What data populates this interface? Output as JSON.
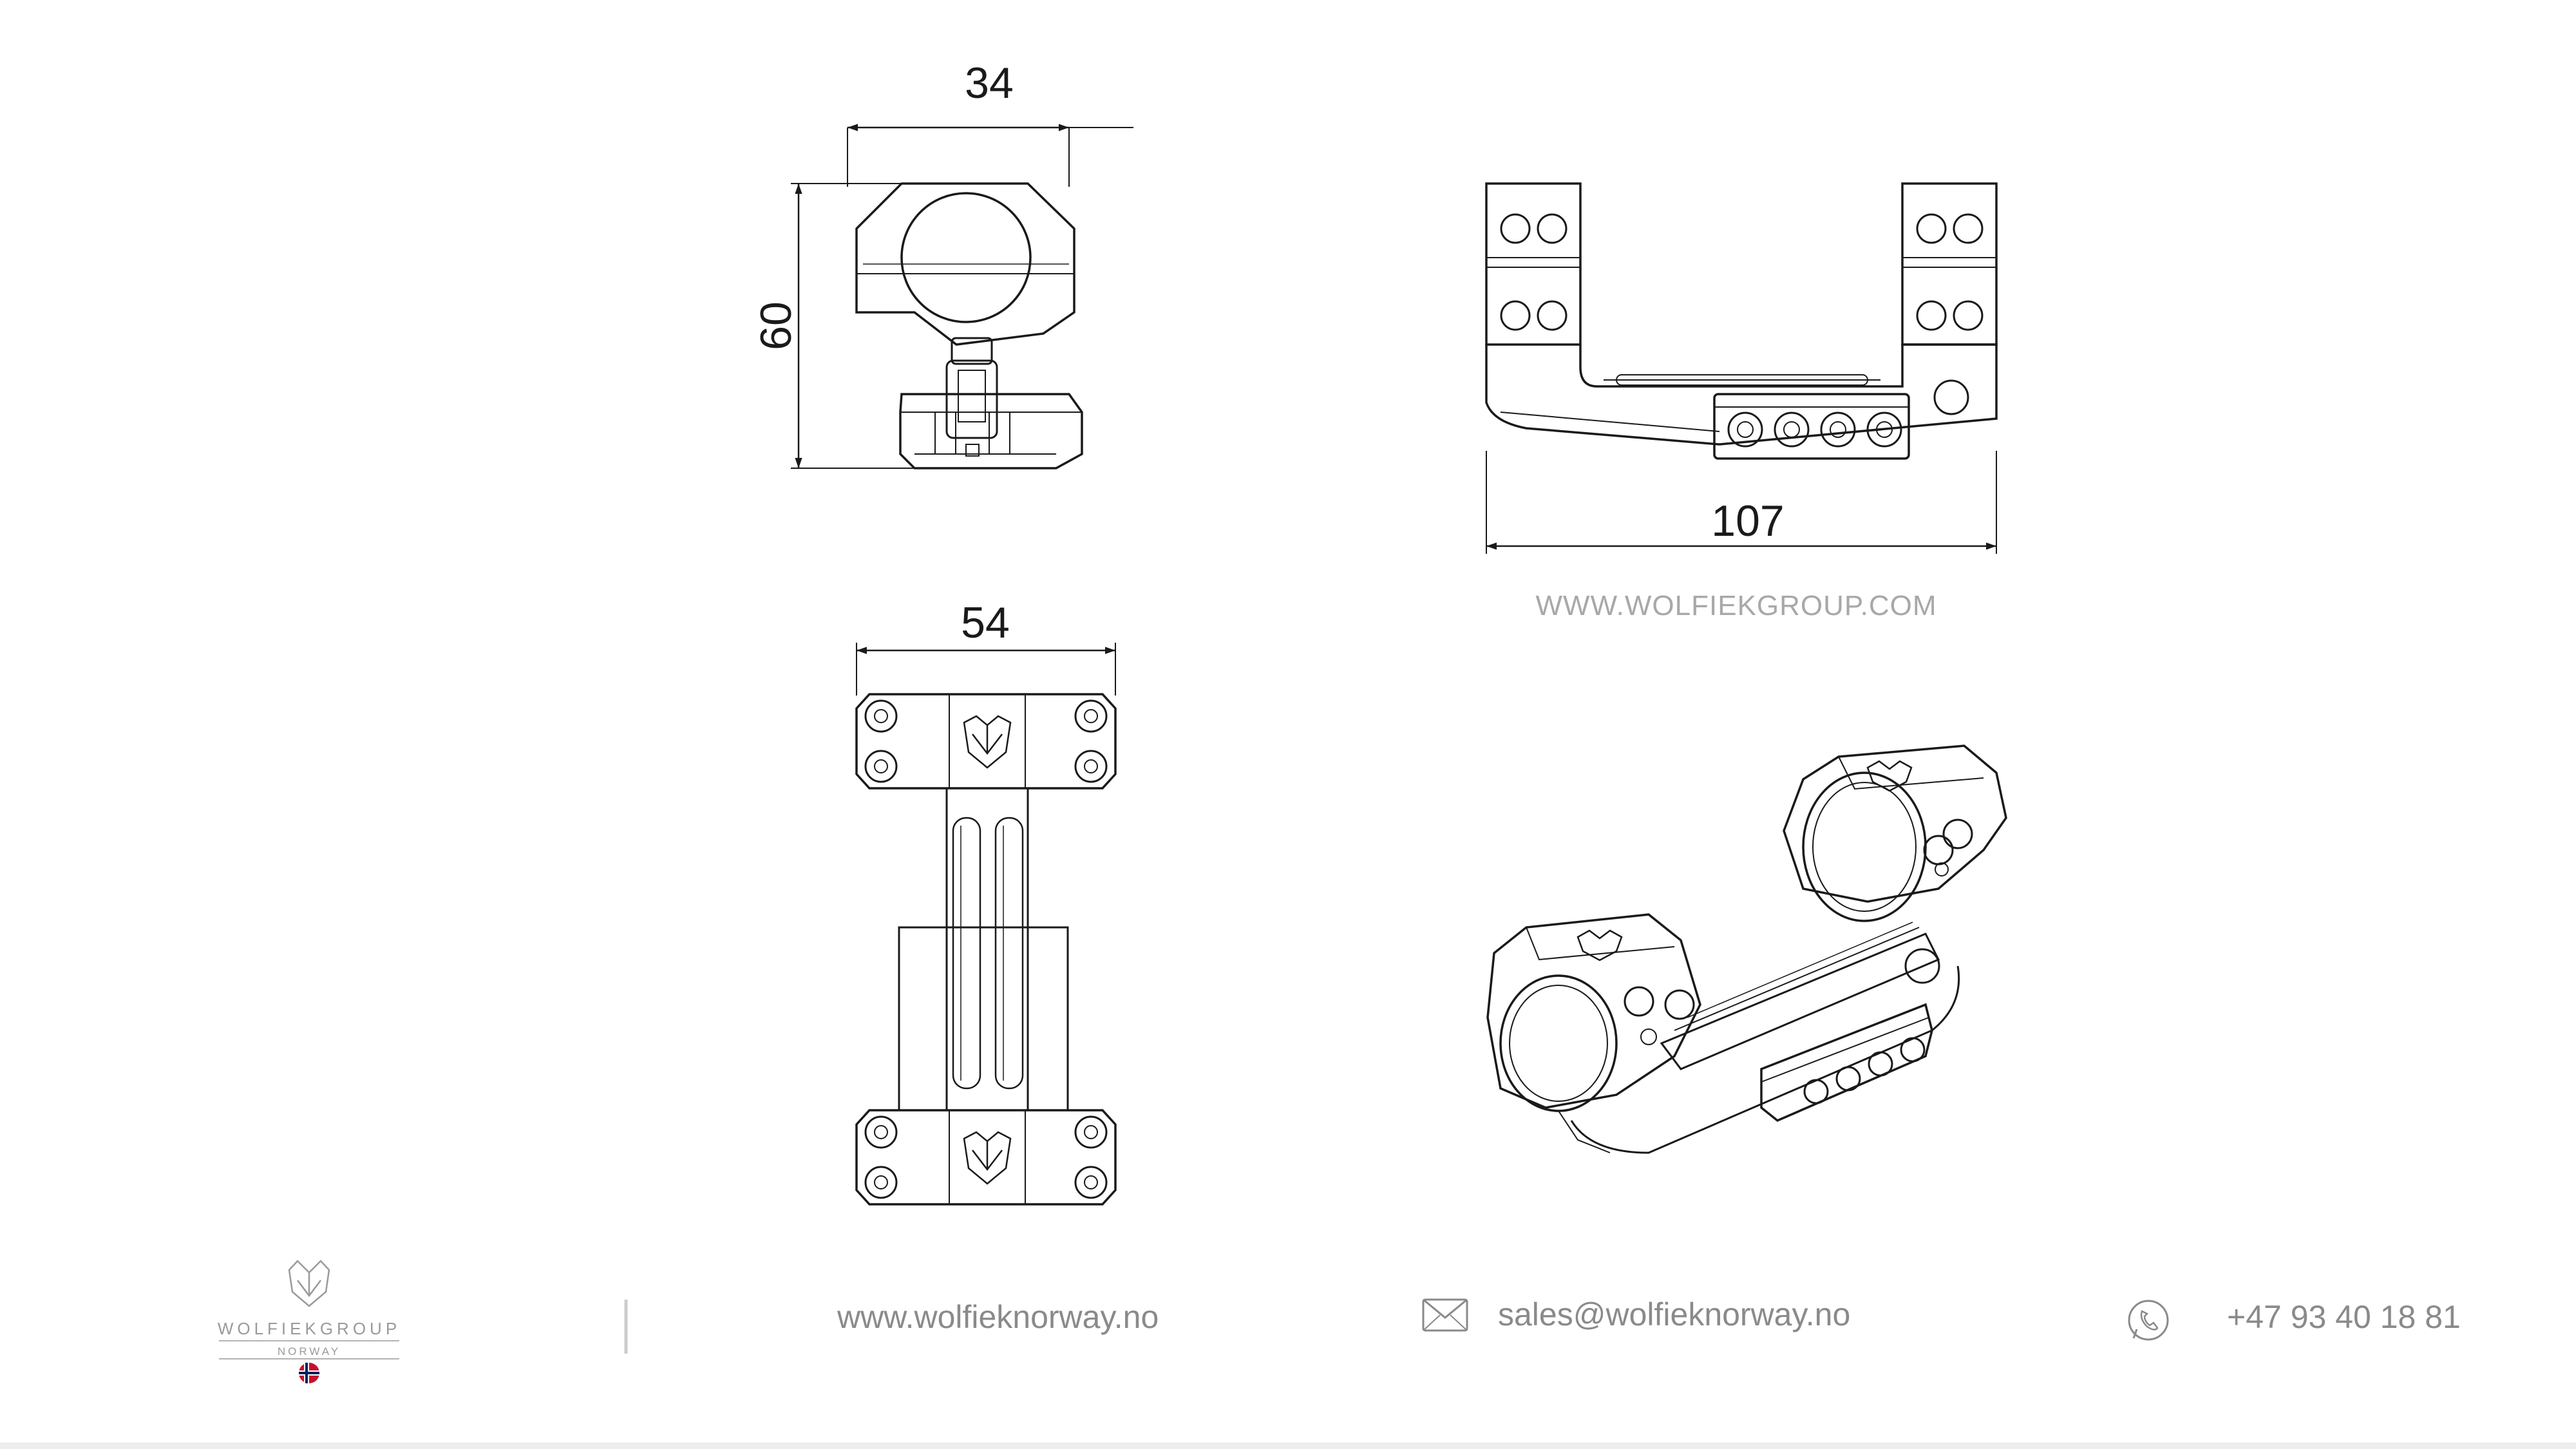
{
  "drawing": {
    "front_view": {
      "width_dimension": "34",
      "height_dimension": "60"
    },
    "side_view": {
      "length_dimension": "107"
    },
    "top_view": {
      "width_dimension": "54"
    },
    "watermark": "WWW.WOLFIEKGROUP.COM"
  },
  "footer": {
    "logo": {
      "brand": "WOLFIEKGROUP",
      "region": "NORWAY",
      "flag": "norway-flag-icon"
    },
    "website": "www.wolfieknorway.no",
    "email": "sales@wolfieknorway.no",
    "phone": "+47 93 40 18 81",
    "icons": {
      "email": "envelope-icon",
      "phone": "whatsapp-phone-icon"
    }
  },
  "colors": {
    "line": "#1a1a1a",
    "footer_text": "#8a8a8a",
    "divider": "#cccccc",
    "flag_red": "#c8102e",
    "flag_blue": "#00205b"
  }
}
